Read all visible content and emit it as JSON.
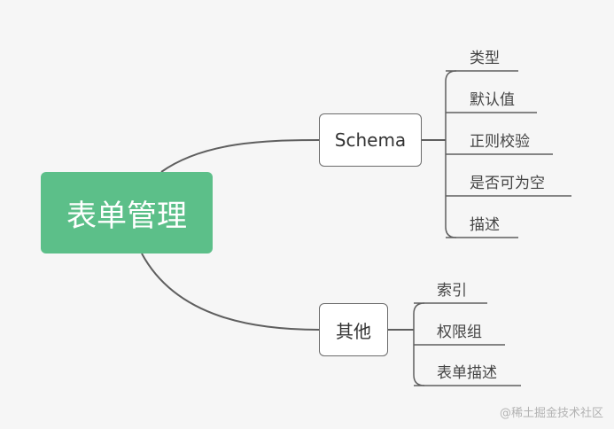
{
  "root": {
    "label": "表单管理"
  },
  "branches": [
    {
      "label": "Schema",
      "children": [
        "类型",
        "默认值",
        "正则校验",
        "是否可为空",
        "描述"
      ]
    },
    {
      "label": "其他",
      "children": [
        "索引",
        "权限组",
        "表单描述"
      ]
    }
  ],
  "watermark": "@稀土掘金技术社区",
  "colors": {
    "root_bg": "#5cbf89",
    "line": "#5f5f5f",
    "background": "#f6f6f6"
  }
}
